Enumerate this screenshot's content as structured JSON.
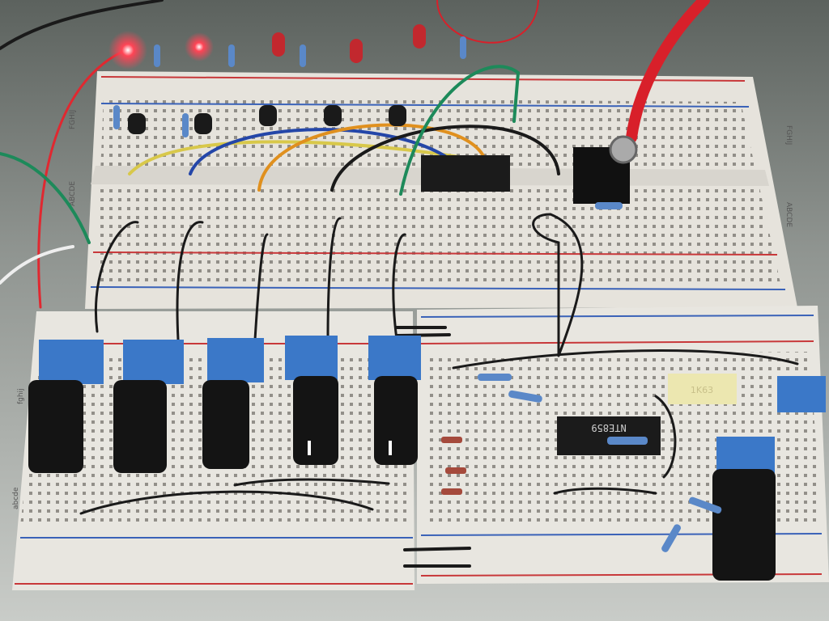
{
  "scene": {
    "upper_board": {
      "row_labels_top": "FGHIJ",
      "row_labels_bottom": "ABCDE",
      "right_labels_top": "FGHIJ",
      "right_labels_bottom": "ABCDE"
    },
    "lower_left_board": {
      "row_labels_top": "fghij",
      "row_labels_bottom": "abcde"
    },
    "chip": {
      "label": "NTE859"
    },
    "capacitor": {
      "label": "1K63"
    },
    "colors": {
      "board": "#e9e7e1",
      "rail_red": "#c8383a",
      "rail_blue": "#3a62b8",
      "pot_blue": "#3b78c8",
      "led_red": "#ff3344"
    }
  }
}
